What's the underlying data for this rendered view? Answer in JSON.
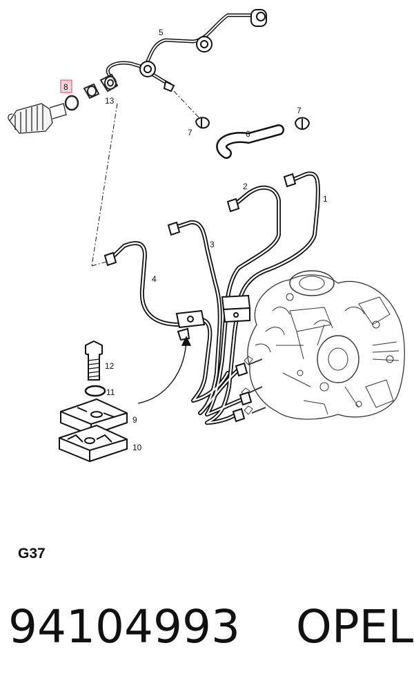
{
  "diagram": {
    "callouts": {
      "c1": "1",
      "c2": "2",
      "c3": "3",
      "c4": "4",
      "c5": "5",
      "c6": "6",
      "c7a": "7",
      "c7b": "7",
      "c8": "8",
      "c9": "9",
      "c10": "10",
      "c11": "11",
      "c12": "12",
      "c13": "13"
    },
    "highlighted_callout": "8",
    "highlight_color": "#d9415e"
  },
  "footer": {
    "figure_code": "G37",
    "part_number": "94104993",
    "brand": "OPEL"
  }
}
